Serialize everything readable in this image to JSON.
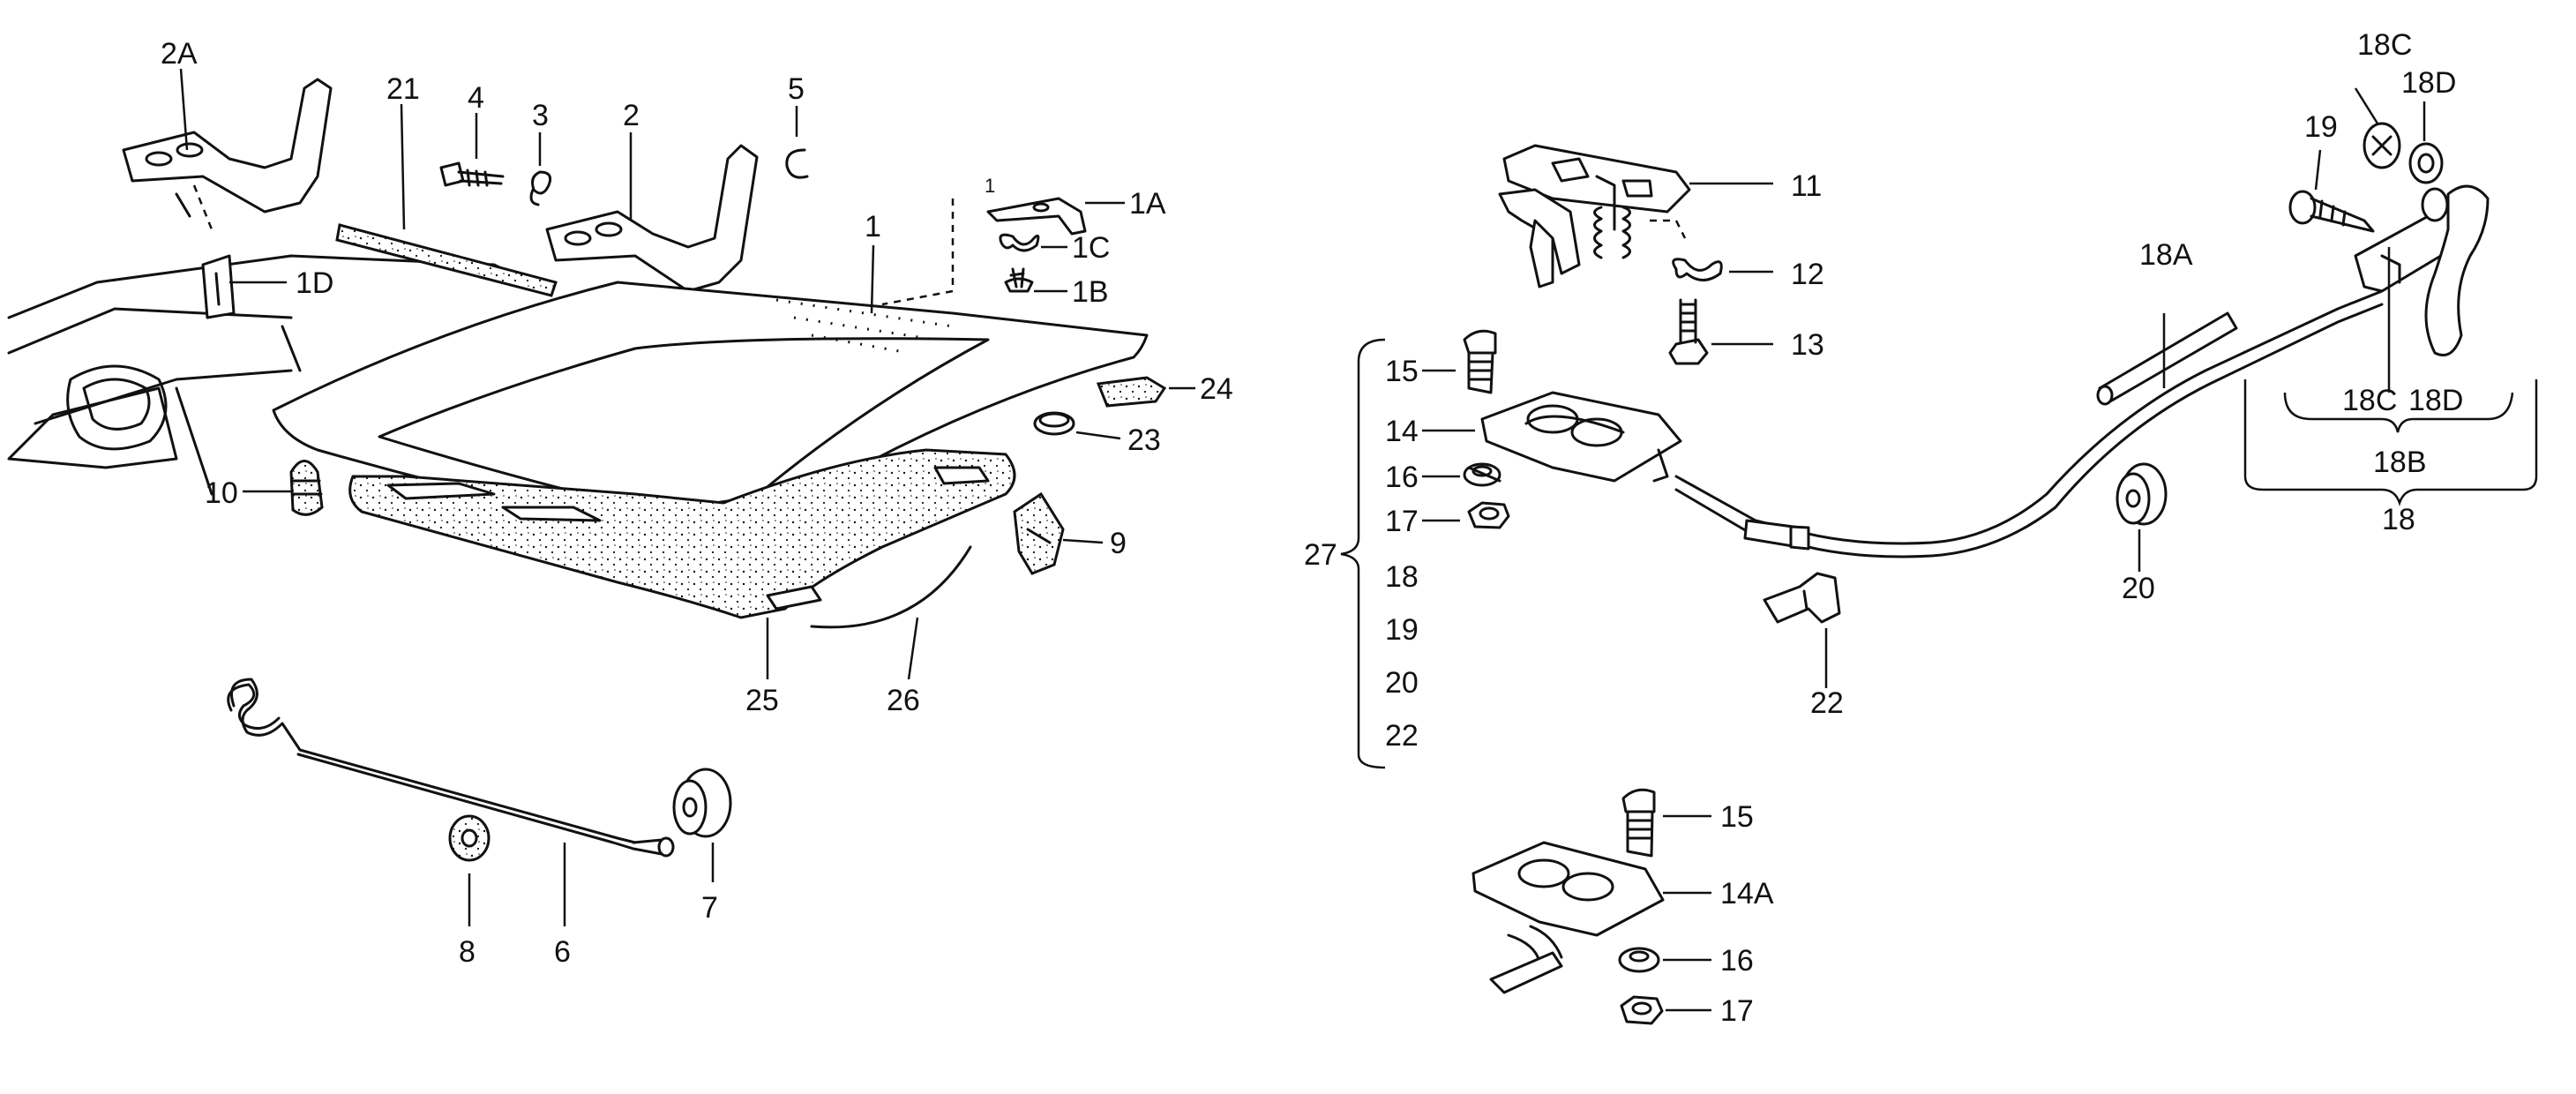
{
  "callouts": {
    "c1": "1",
    "c1A": "1A",
    "c1B": "1B",
    "c1C": "1C",
    "c1D": "1D",
    "c2": "2",
    "c2A": "2A",
    "c3": "3",
    "c4": "4",
    "c5": "5",
    "c6": "6",
    "c7": "7",
    "c8": "8",
    "c9": "9",
    "c10": "10",
    "c11": "11",
    "c12": "12",
    "c13": "13",
    "c14": "14",
    "c14A": "14A",
    "c15": "15",
    "c15b": "15",
    "c16": "16",
    "c16b": "16",
    "c17": "17",
    "c17b": "17",
    "c18": "18",
    "c18A": "18A",
    "c18B": "18B",
    "c18C": "18C",
    "c18D": "18D",
    "c18C_b": "18C",
    "c18D_b": "18D",
    "c19": "19",
    "c20": "20",
    "c21": "21",
    "c22": "22",
    "c23": "23",
    "c24": "24",
    "c25": "25",
    "c26": "26",
    "c27": "27",
    "c1_small": "1"
  },
  "kit27": {
    "items": [
      "15",
      "14",
      "16",
      "17",
      "18",
      "19",
      "20",
      "22"
    ]
  }
}
